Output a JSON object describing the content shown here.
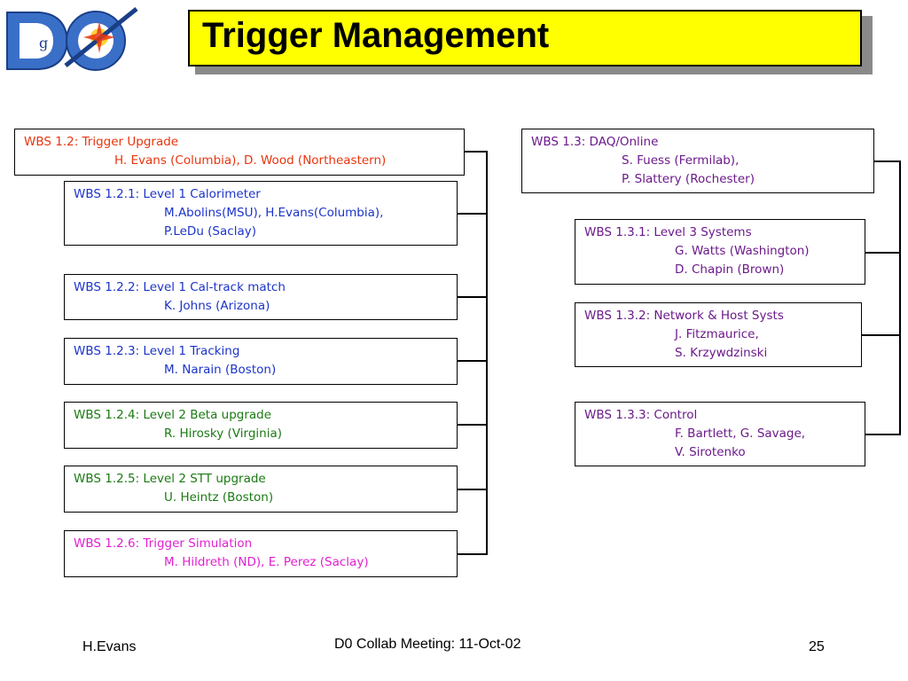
{
  "logo": {
    "icon": "d0-logo"
  },
  "title": "Trigger Management",
  "left": {
    "header": {
      "line1": "WBS 1.2: Trigger Upgrade",
      "line2": "H. Evans (Columbia), D. Wood (Northeastern)"
    },
    "items": [
      {
        "line1": "WBS 1.2.1: Level 1 Calorimeter",
        "line2": "M.Abolins(MSU), H.Evans(Columbia),",
        "line3": "P.LeDu (Saclay)"
      },
      {
        "line1": "WBS 1.2.2: Level 1 Cal-track match",
        "line2": "K. Johns (Arizona)"
      },
      {
        "line1": "WBS 1.2.3: Level 1 Tracking",
        "line2": "M. Narain (Boston)"
      },
      {
        "line1": "WBS 1.2.4: Level 2 Beta upgrade",
        "line2": "R. Hirosky (Virginia)"
      },
      {
        "line1": "WBS 1.2.5: Level 2 STT upgrade",
        "line2": "U. Heintz (Boston)"
      },
      {
        "line1": "WBS 1.2.6: Trigger Simulation",
        "line2": "M. Hildreth (ND), E. Perez (Saclay)"
      }
    ]
  },
  "right": {
    "header": {
      "line1": "WBS 1.3: DAQ/Online",
      "line2": "S. Fuess (Fermilab),",
      "line3": "P. Slattery (Rochester)"
    },
    "items": [
      {
        "line1": "WBS 1.3.1: Level 3 Systems",
        "line2": "G. Watts (Washington)",
        "line3": "D. Chapin (Brown)"
      },
      {
        "line1": "WBS 1.3.2: Network & Host Systs",
        "line2": "J. Fitzmaurice,",
        "line3": "S. Krzywdzinski"
      },
      {
        "line1": "WBS 1.3.3: Control",
        "line2": "F. Bartlett, G. Savage,",
        "line3": "V. Sirotenko"
      }
    ]
  },
  "footer": {
    "left": "H.Evans",
    "center": "D0 Collab Meeting: 11-Oct-02",
    "right": "25"
  },
  "colors": {
    "title_bg": "#ffff00",
    "red": "#e8350e",
    "blue": "#1c34c9",
    "green": "#1a7a12",
    "magenta": "#e020d0",
    "purple": "#6b1a8a"
  }
}
